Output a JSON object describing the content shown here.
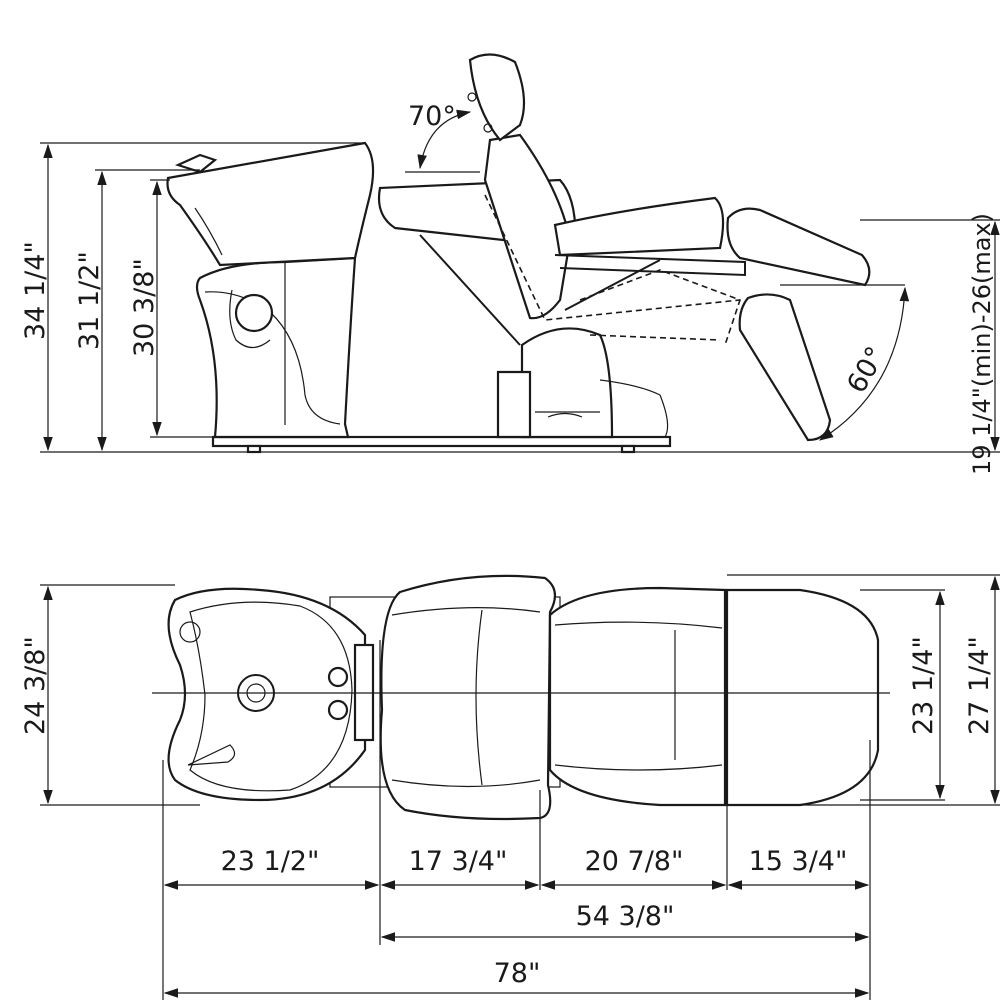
{
  "side_view": {
    "dim_height_total": "34 1/4\"",
    "dim_height_bowl_rim": "31 1/2\"",
    "dim_height_bowl": "30 3/8\"",
    "angle_backrest": "70°",
    "angle_legrest": "60°",
    "dim_seat_height": "19 1/4\"(min)-26(max)"
  },
  "top_view": {
    "dim_width_bowl": "24 3/8\"",
    "dim_width_seat": "23 1/4\"",
    "dim_width_total": "27 1/4\"",
    "dim_bowl_length": "23 1/2\"",
    "dim_back_length": "17 3/4\"",
    "dim_seat_length": "20 7/8\"",
    "dim_leg_length": "15 3/4\"",
    "dim_chair_length": "54 3/8\"",
    "dim_total_length": "78\""
  }
}
